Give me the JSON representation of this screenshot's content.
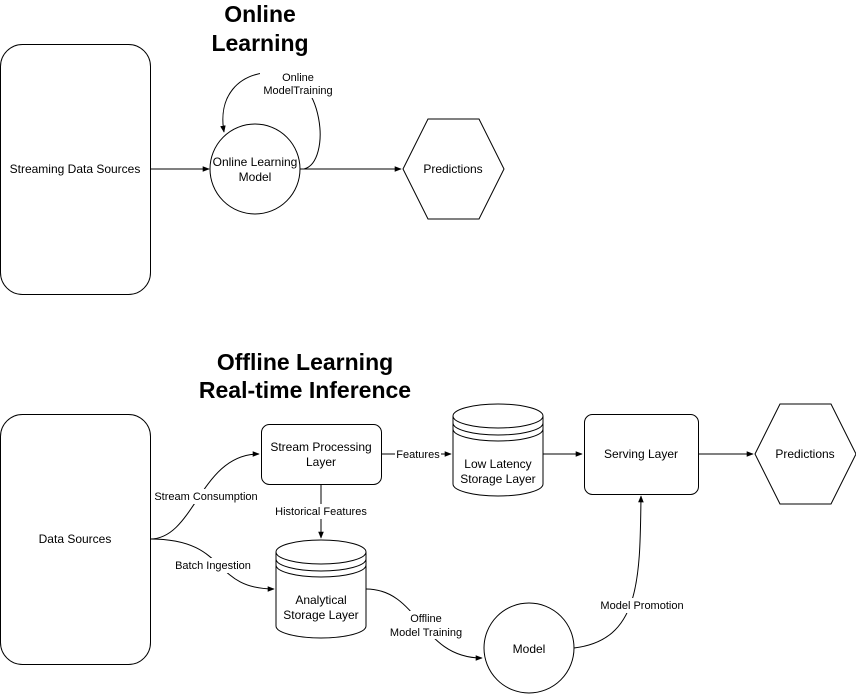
{
  "online": {
    "title_line1": "Online",
    "title_line2": "Learning",
    "streaming_sources": "Streaming Data Sources",
    "model_line1": "Online Learning",
    "model_line2": "Model",
    "training_line1": "Online",
    "training_line2": "ModelTraining",
    "predictions": "Predictions"
  },
  "offline": {
    "title_line1": "Offline Learning",
    "title_line2": "Real-time Inference",
    "data_sources": "Data Sources",
    "stream_layer_line1": "Stream Processing",
    "stream_layer_line2": "Layer",
    "low_latency_line1": "Low Latency",
    "low_latency_line2": "Storage Layer",
    "serving_layer": "Serving Layer",
    "predictions": "Predictions",
    "analytical_line1": "Analytical",
    "analytical_line2": "Storage Layer",
    "model": "Model",
    "edge_features": "Features",
    "edge_historical": "Historical Features",
    "edge_stream_consumption": "Stream Consumption",
    "edge_batch_ingestion": "Batch Ingestion",
    "edge_offline_training_line1": "Offline",
    "edge_offline_training_line2": "Model Training",
    "edge_model_promotion": "Model Promotion"
  }
}
